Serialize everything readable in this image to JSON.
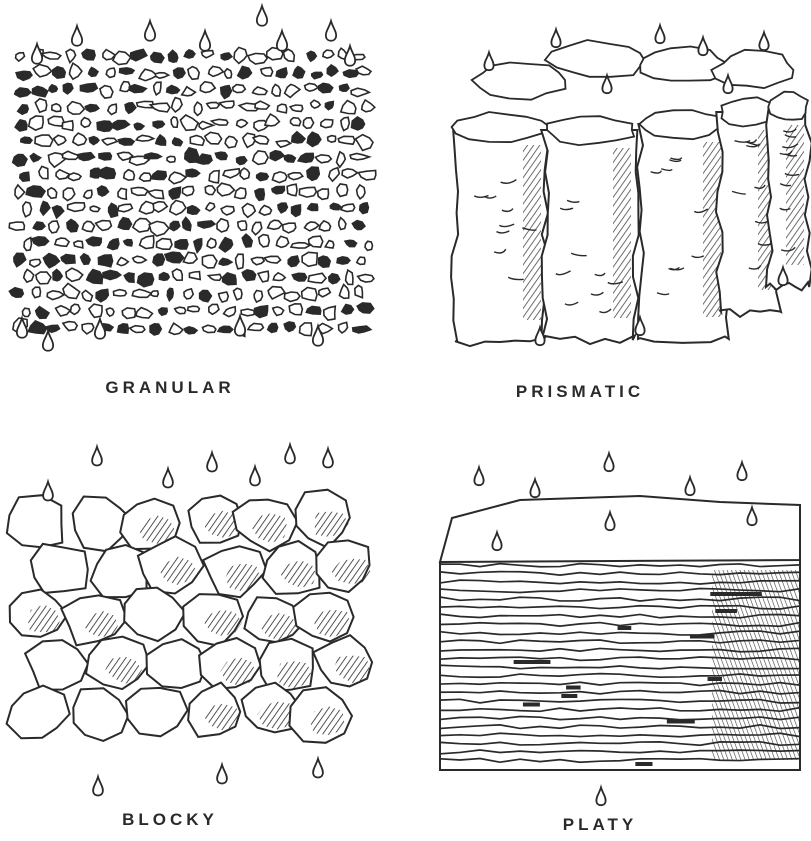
{
  "panels": [
    {
      "id": "granular",
      "label": "GRANULAR"
    },
    {
      "id": "prismatic",
      "label": "PRISMATIC"
    },
    {
      "id": "blocky",
      "label": "BLOCKY"
    },
    {
      "id": "platy",
      "label": "PLATY"
    }
  ],
  "colors": {
    "ink": "#2a2a2a",
    "paper": "#ffffff"
  },
  "icon_names": [
    "water-drop-icon"
  ]
}
